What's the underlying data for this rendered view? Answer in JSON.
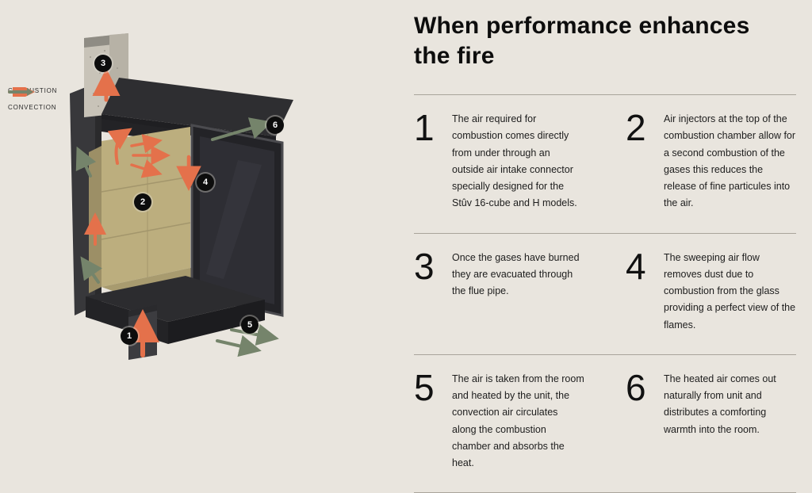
{
  "page": {
    "title": "When performance enhances the fire"
  },
  "legend": {
    "combustion": "COMBUSTION",
    "convection": "CONVECTION"
  },
  "colors": {
    "background": "#e9e5de",
    "combustion_arrow": "#e4714b",
    "convection_arrow": "#75846b",
    "badge": "#0d0d0d"
  },
  "diagram": {
    "badges": [
      {
        "label": "1"
      },
      {
        "label": "2"
      },
      {
        "label": "3"
      },
      {
        "label": "4"
      },
      {
        "label": "5"
      },
      {
        "label": "6"
      }
    ]
  },
  "items": [
    {
      "num": "1",
      "text": "The air required for combustion comes directly from under through an outside air intake connector specially designed for the Stûv 16-cube and H models."
    },
    {
      "num": "2",
      "text": "Air injectors at the top of the combustion chamber allow for a second combustion of the gases this reduces the release of fine particules into the air."
    },
    {
      "num": "3",
      "text": "Once the gases have burned they are evacuated through the flue pipe."
    },
    {
      "num": "4",
      "text": "The sweeping air flow removes dust due to combustion from the glass providing a perfect view of the flames."
    },
    {
      "num": "5",
      "text": "The air is taken from the room and heated by the unit, the convection air circulates along the combustion chamber and absorbs the heat."
    },
    {
      "num": "6",
      "text": "The heated air comes out naturally from unit and distributes a comforting warmth into the room."
    }
  ]
}
